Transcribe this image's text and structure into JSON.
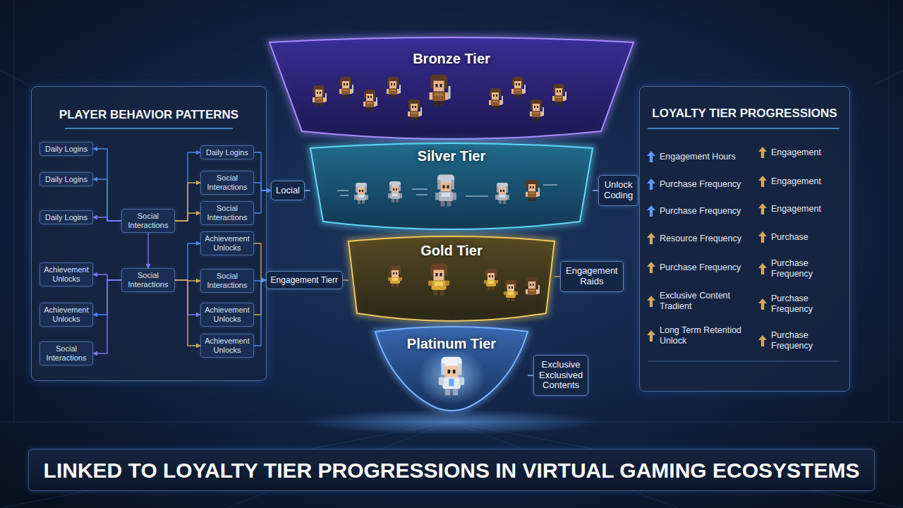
{
  "diagram": {
    "caption": "LINKED TO LOYALTY TIER PROGRESSIONS IN VIRTUAL GAMING ECOSYSTEMS",
    "nodes": [
      {
        "text": [
          "PLAYER BEHAVIOR PATTERNS"
        ]
      },
      {
        "text": [
          "Daily Logins"
        ],
        "in": 0
      },
      {
        "text": [
          "Daily Logins"
        ],
        "in": 0
      },
      {
        "text": [
          "Daily Logins"
        ],
        "in": 0
      },
      {
        "text": [
          "Achievement Unlocks"
        ],
        "in": 0
      },
      {
        "text": [
          "Achievement Unlocks"
        ],
        "in": 0
      },
      {
        "text": [
          "Social Interactions"
        ],
        "in": 0
      },
      {
        "text": [
          "Social Interactions"
        ],
        "in": 0
      },
      {
        "text": [
          "Social Interactions"
        ],
        "in": 0
      },
      {
        "text": [
          "Daily Logins"
        ],
        "in": 0
      },
      {
        "text": [
          "Social Interactions"
        ],
        "in": 0
      },
      {
        "text": [
          "Social Interactions"
        ],
        "in": 0
      },
      {
        "text": [
          "Achievement Unlocks"
        ],
        "in": 0
      },
      {
        "text": [
          "Social Interactions"
        ],
        "in": 0
      },
      {
        "text": [
          "Achievement Unlocks"
        ],
        "in": 0
      },
      {
        "text": [
          "Achievement Unlocks"
        ],
        "in": 0
      },
      {
        "text": [
          "Locial"
        ]
      },
      {
        "text": [
          "Engagement Tierr"
        ]
      },
      {
        "text": [
          "Bronze Tier"
        ]
      },
      {
        "text": [
          "Silver Tier"
        ]
      },
      {
        "text": [
          "Gold Tier"
        ]
      },
      {
        "text": [
          "Platinum Tier"
        ]
      },
      {
        "text": [
          "Unlock Coding"
        ]
      },
      {
        "text": [
          "Engagement Raids"
        ]
      },
      {
        "text": [
          "Exclusive Exclusived Contents"
        ]
      },
      {
        "text": [
          "LOYALTY TIER PROGRESSIONS"
        ]
      }
    ],
    "edges": [
      {
        "from": 7,
        "to": 1,
        "arrow": "to"
      },
      {
        "from": 7,
        "to": 2,
        "arrow": "to"
      },
      {
        "from": 7,
        "to": 3,
        "arrow": "to"
      },
      {
        "from": 8,
        "to": 4,
        "arrow": "to"
      },
      {
        "from": 8,
        "to": 5,
        "arrow": "to"
      },
      {
        "from": 8,
        "to": 6,
        "arrow": "to"
      },
      {
        "from": 7,
        "to": 8,
        "arrow": "to"
      },
      {
        "from": 7,
        "to": 9,
        "arrow": "to"
      },
      {
        "from": 7,
        "to": 10,
        "arrow": "to"
      },
      {
        "from": 7,
        "to": 11,
        "arrow": "to"
      },
      {
        "from": 8,
        "to": 12,
        "arrow": "to"
      },
      {
        "from": 8,
        "to": 13,
        "arrow": "to"
      },
      {
        "from": 8,
        "to": 14,
        "arrow": "to"
      },
      {
        "from": 8,
        "to": 15,
        "arrow": "to"
      },
      {
        "from": 9,
        "to": 16,
        "arrow": "to"
      },
      {
        "from": 10,
        "to": 16,
        "arrow": "to"
      },
      {
        "from": 11,
        "to": 16,
        "arrow": "to"
      },
      {
        "from": 12,
        "to": 17,
        "arrow": "to"
      },
      {
        "from": 13,
        "to": 17,
        "arrow": "to"
      },
      {
        "from": 14,
        "to": 17,
        "arrow": "to"
      },
      {
        "from": 15,
        "to": 17,
        "arrow": "to"
      },
      {
        "from": 16,
        "to": 19,
        "arrow": "none"
      },
      {
        "from": 17,
        "to": 20,
        "arrow": "none"
      },
      {
        "from": 19,
        "to": 22,
        "arrow": "none"
      },
      {
        "from": 20,
        "to": 23,
        "arrow": "none"
      },
      {
        "from": 21,
        "to": 24,
        "arrow": "none"
      }
    ],
    "labels": [
      "Engagement Hours",
      "Engagement",
      "Purchase Frequency",
      "Engagement",
      "Purchase Frequency",
      "Engagement",
      "Resource Frequency",
      "Purchase",
      "Purchase Frequency",
      "Purchase Frequency",
      "Exclusive Content Tradient",
      "Purchase Frequency",
      "Long Term Retentiod Unlock",
      "Purchase Frequency"
    ]
  }
}
